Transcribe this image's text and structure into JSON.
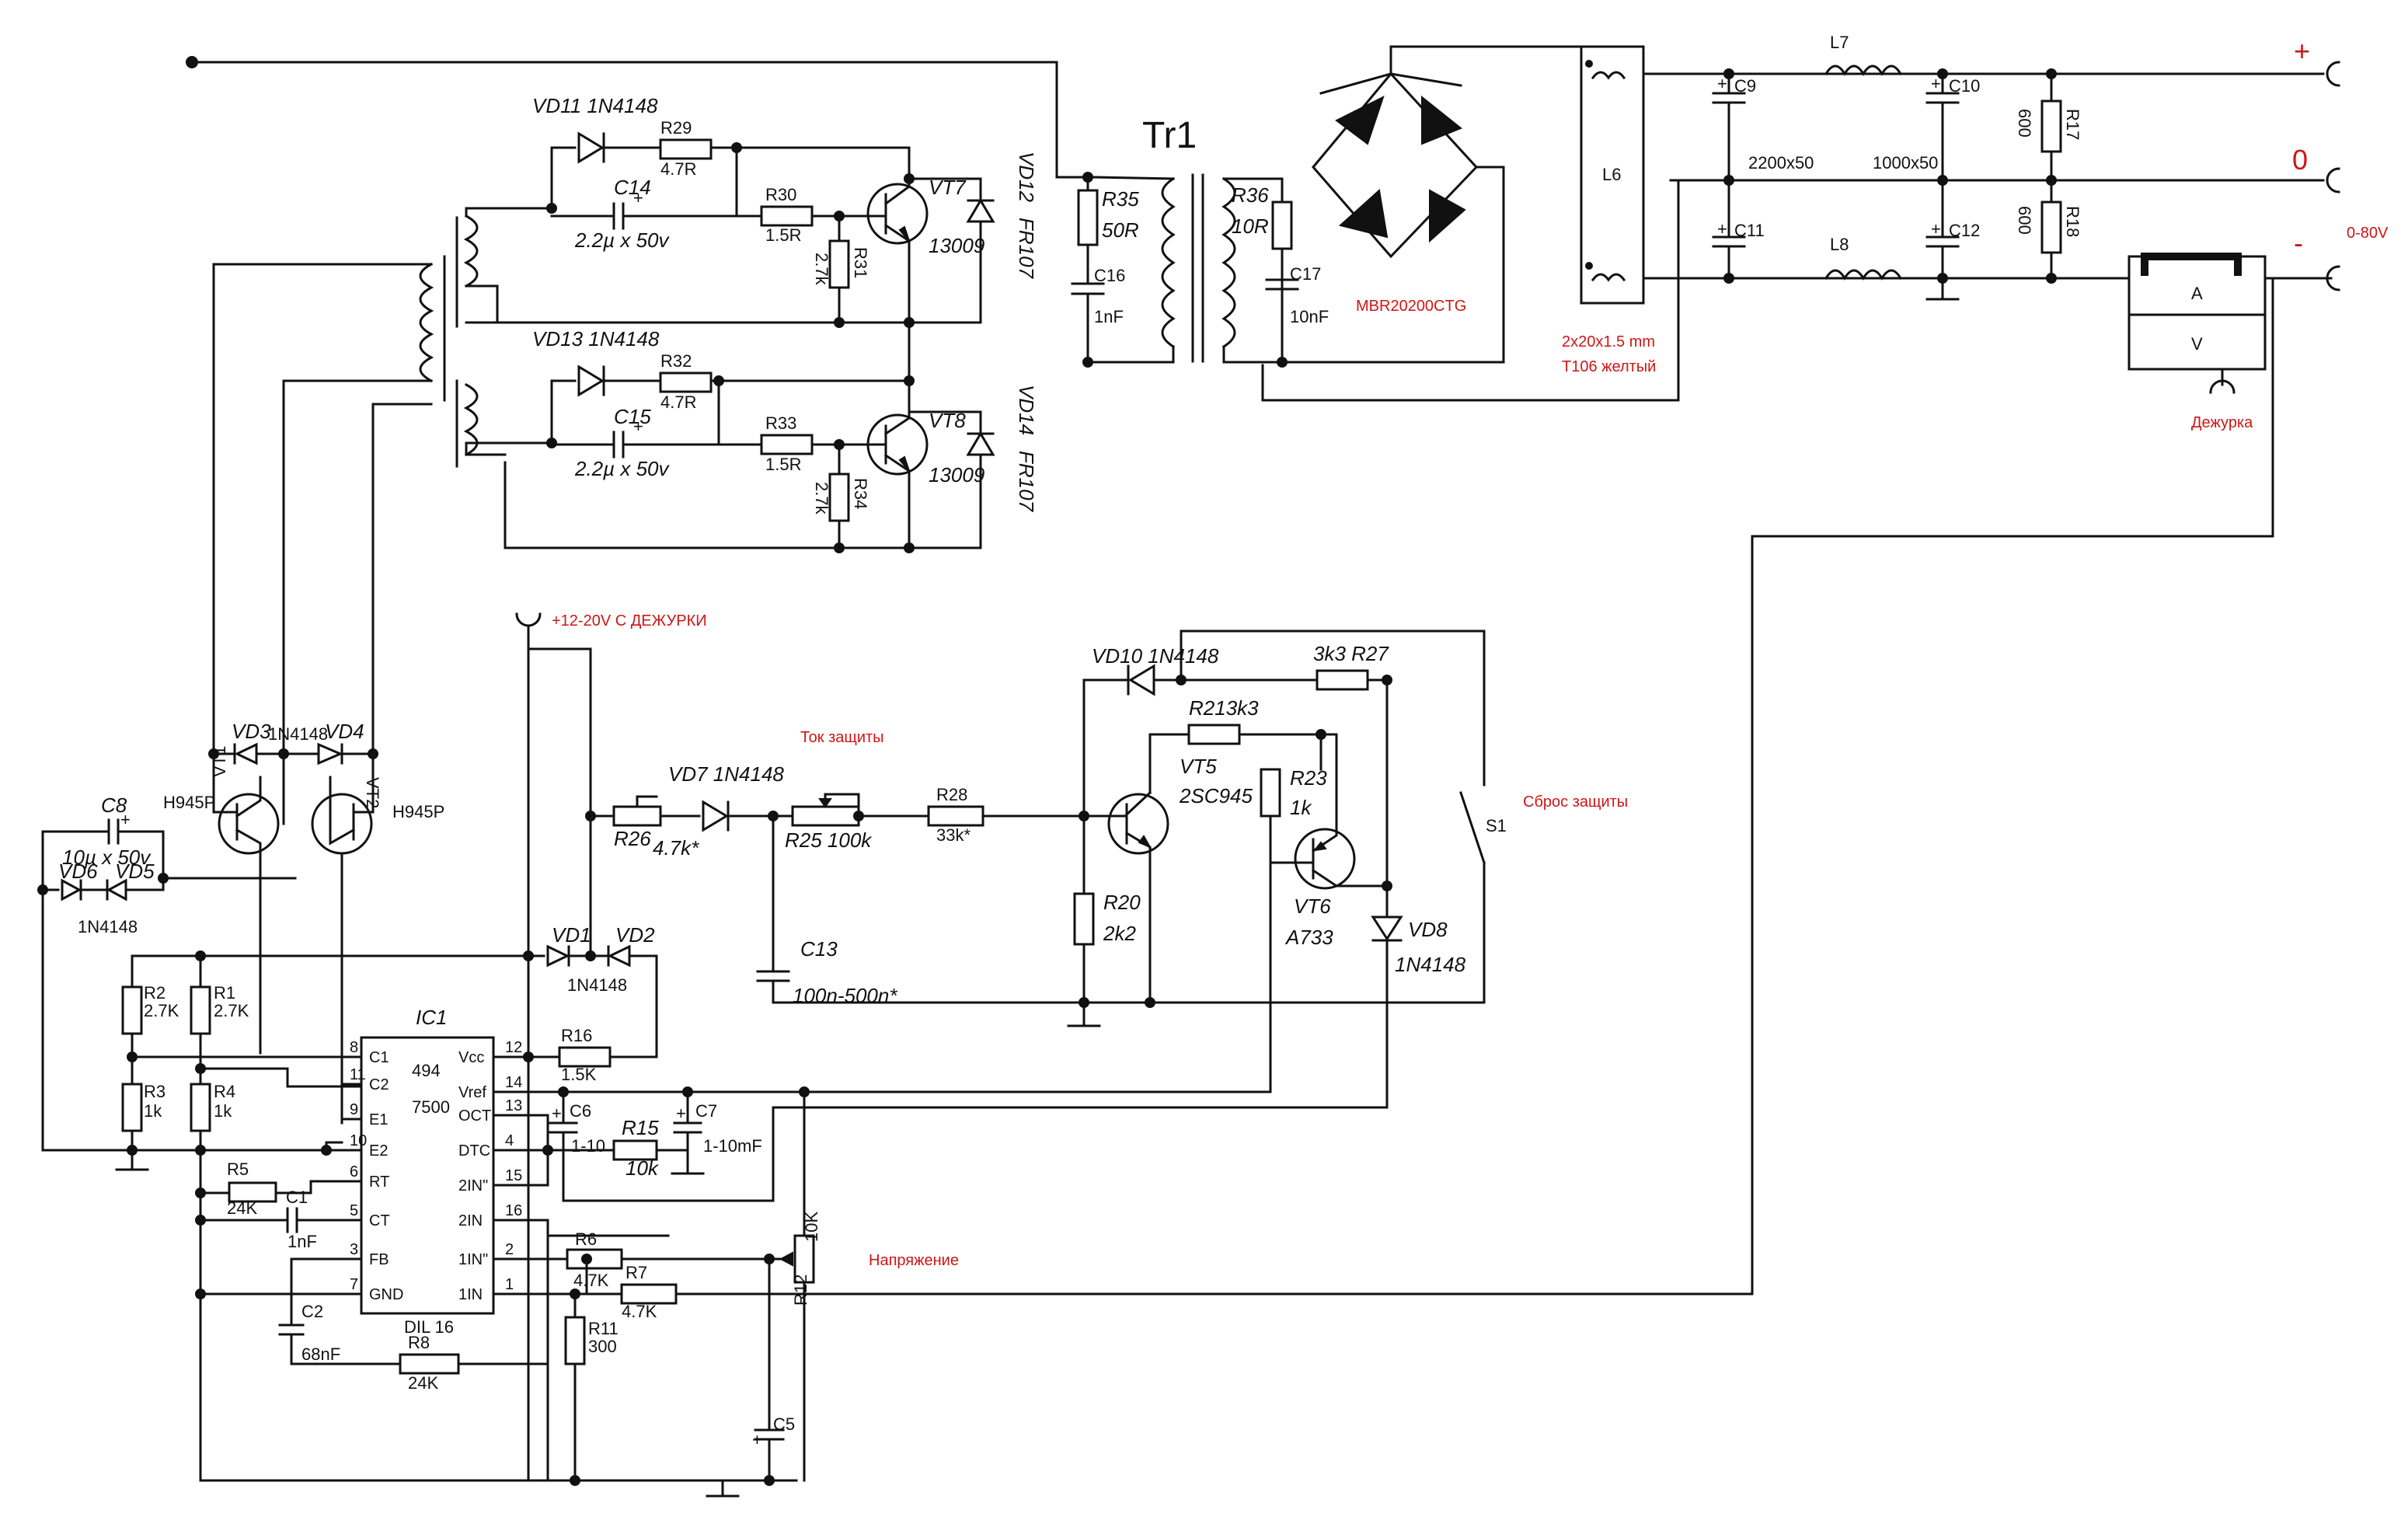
{
  "transformer": {
    "title": "Tr1"
  },
  "ic": {
    "name": "IC1",
    "type": "494",
    "alt": "7500",
    "package": "DIL 16",
    "pins_left": [
      {
        "num": "8",
        "name": "C1"
      },
      {
        "num": "11",
        "name": "C2"
      },
      {
        "num": "9",
        "name": "E1"
      },
      {
        "num": "10",
        "name": "E2"
      },
      {
        "num": "6",
        "name": "RT"
      },
      {
        "num": "5",
        "name": "CT"
      },
      {
        "num": "3",
        "name": "FB"
      },
      {
        "num": "7",
        "name": "GND"
      }
    ],
    "pins_right": [
      {
        "num": "12",
        "name": "Vcc"
      },
      {
        "num": "14",
        "name": "Vref"
      },
      {
        "num": "13",
        "name": "OCT"
      },
      {
        "num": "4",
        "name": "DTC"
      },
      {
        "num": "15",
        "name": "2IN\""
      },
      {
        "num": "16",
        "name": "2IN"
      },
      {
        "num": "2",
        "name": "1IN\""
      },
      {
        "num": "1",
        "name": "1IN"
      }
    ]
  },
  "labels": {
    "vd11": "VD11  1N4148",
    "r29": "R29",
    "r29v": "4.7R",
    "c14": "C14",
    "c14v": "2.2µ x 50v",
    "r30": "R30",
    "r30v": "1.5R",
    "r31": "R31",
    "r31v": "2.7k",
    "vt7": "VT7",
    "vt7v": "13009",
    "vd12": "VD12",
    "vd12v": "FR107",
    "vd13": "VD13  1N4148",
    "r32": "R32",
    "r32v": "4.7R",
    "c15": "C15",
    "c15v": "2.2µ x 50v",
    "r33": "R33",
    "r33v": "1.5R",
    "r34": "R34",
    "r34v": "2.7k",
    "vt8": "VT8",
    "vt8v": "13009",
    "vd14": "VD14",
    "vd14v": "FR107",
    "r35": "R35",
    "r35v": "50R",
    "c16": "C16",
    "c16v": "1nF",
    "r36": "R36",
    "r36v": "10R",
    "c17": "C17",
    "c17v": "10nF",
    "bridge": "MBR20200CTG",
    "l6": "L6",
    "l6note1": "2x20x1.5 mm",
    "l6note2": "T106 желтый",
    "c9": "C9",
    "c9v": "2200x50",
    "c11": "C11",
    "l7": "L7",
    "l8": "L8",
    "c10": "C10",
    "c10v": "1000x50",
    "c12": "C12",
    "r17": "R17",
    "r17v": "600",
    "r18": "R18",
    "r18v": "600",
    "plus": "+",
    "zero": "0",
    "minus": "-",
    "range": "0-80V",
    "meterA": "A",
    "meterV": "V",
    "standby": "Дежурка",
    "supply": "+12-20V С ДЕЖУРКИ",
    "vd3": "VD3",
    "vd3v": "1N4148",
    "vd4": "VD4",
    "vt1": "VT1",
    "vt2": "VT2",
    "vt1v": "H945P",
    "vt2v": "H945P",
    "c8": "C8",
    "c8v": "10µ x 50v",
    "vd6": "VD6",
    "vd5": "VD5",
    "vd56v": "1N4148",
    "r2": "R2",
    "r2v": "2.7K",
    "r1": "R1",
    "r1v": "2.7K",
    "r3": "R3",
    "r3v": "1k",
    "r4": "R4",
    "r4v": "1k",
    "r5": "R5",
    "r5v": "24K",
    "c1": "C1",
    "c1v": "1nF",
    "c2": "C2",
    "c2v": "68nF",
    "r8": "R8",
    "r8v": "24K",
    "vd1": "VD1",
    "vd2": "VD2",
    "vd12v2": "1N4148",
    "r16": "R16",
    "r16v": "1.5K",
    "c6": "C6",
    "c6v": "1-10",
    "c7": "C7",
    "c7v": "1-10mF",
    "r15": "R15",
    "r15v": "10k",
    "r6": "R6",
    "r6v": "4.7K",
    "r7": "R7",
    "r7v": "4.7K",
    "r11": "R11",
    "r11v": "300",
    "c5": "C5",
    "r12": "R12",
    "r12v": "10K",
    "voltage": "Напряжение",
    "current": "Ток защиты",
    "vd7": "VD7  1N4148",
    "r26": "R26",
    "r26v": "4.7k*",
    "r25": "R25 100k",
    "r28": "R28",
    "r28v": "33k*",
    "c13": "C13",
    "c13v": "100n-500n*",
    "vd10": "VD10  1N4148",
    "r27": "3k3  R27",
    "r21": "R213k3",
    "vt5": "VT5",
    "vt5v": "2SC945",
    "r23": "R23",
    "r23v": "1k",
    "vt6": "VT6",
    "vt6v": "A733",
    "r20": "R20",
    "r20v": "2k2",
    "vd8": "VD8",
    "vd8v": "1N4148",
    "s1": "S1",
    "reset": "Сброс защиты"
  }
}
